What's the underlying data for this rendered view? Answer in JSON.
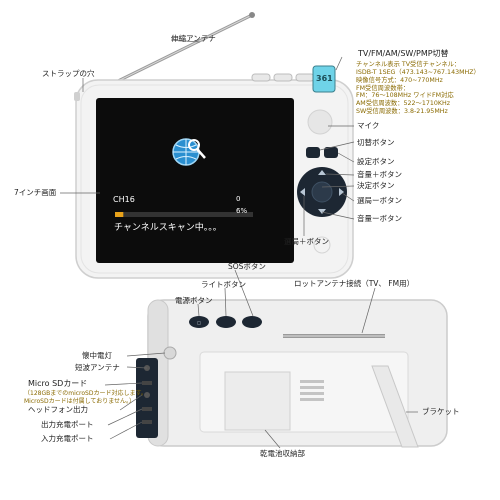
{
  "top_labels": {
    "antenna": "伸縮アンテナ",
    "strap_hole": "ストラップの穴",
    "screen_size": "7インチ画面",
    "mode_switch": "TV/FM/AM/SW/PMP切替",
    "mic": "マイク",
    "switch_button": "切替ボタン",
    "settings_button": "設定ボタン",
    "volume_up": "音量＋ボタン",
    "enter_button": "決定ボタン",
    "channel_down": "選局ーボタン",
    "volume_down": "音量ーボタン",
    "channel_up": "選局＋ボタン"
  },
  "spec_note": {
    "line1": "チャンネル表示 TV受信チャンネル：",
    "line2": "ISDB-T 1SEG（473.143~767.143MHZ）",
    "line3": "映像信号方式：470~770MHz",
    "line4": "FM受信周波数帯：",
    "line5": "FM：76～108MHz ワイドFM対応",
    "line6": "AM受信周波数：522～1710KHz",
    "line7": "SW受信周波数：3.8-21.95MHz"
  },
  "screen": {
    "channel": "CH16",
    "progress_value": "0",
    "progress_percent": "6%",
    "progress_fraction": 0.06,
    "message": "チャンネルスキャン中。。。"
  },
  "bottom_labels": {
    "sos_button": "SOSボタン",
    "light_button": "ライトボタン",
    "power_button": "電源ボタン",
    "rod_antenna": "ロットアンテナ接続（TV、 FM用）",
    "flashlight": "懐中電灯",
    "short_antenna": "短波アンテナ",
    "microsd": "Micro SDカード",
    "headphone": "ヘッドフォン出力",
    "output_port": "出力充電ポート",
    "input_port": "入力充電ポート",
    "bracket": "ブラケット",
    "battery": "乾電池収納部"
  },
  "microsd_note": {
    "line1": "（128GBまでのmicroSDカード対応します。",
    "line2": "MicroSDカードは付属しておりません。）"
  },
  "device_lcd": "361",
  "colors": {
    "device_white": "#f2f2f2",
    "screen_black": "#0c0c0c",
    "dpad": "#1d2733",
    "lcd": "#6fd3e8",
    "progress": "#e8a21a",
    "note": "#8a6a00"
  }
}
